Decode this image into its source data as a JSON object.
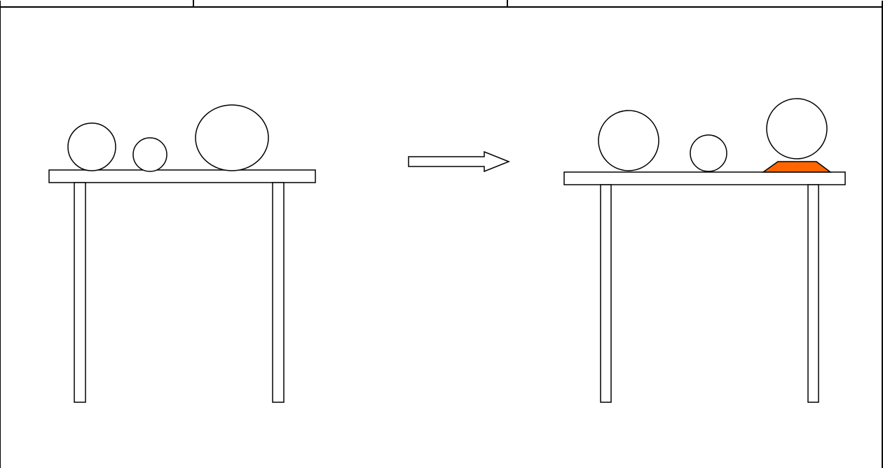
{
  "diagram": {
    "panels": [
      {
        "id": "before",
        "objects": [
          "small-sphere",
          "smaller-sphere",
          "large-oval"
        ]
      },
      {
        "id": "after",
        "objects": [
          "sphere",
          "small-sphere",
          "sphere-on-stand"
        ]
      }
    ],
    "connector": "right-arrow",
    "colors": {
      "line": "#000000",
      "fill": "#ffffff",
      "stand": "#ff6600"
    }
  }
}
